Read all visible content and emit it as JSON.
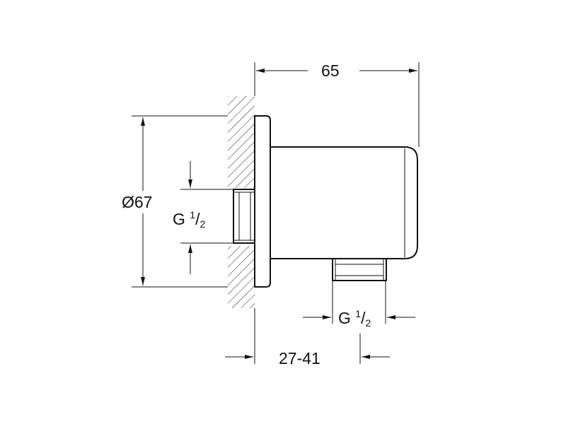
{
  "drawing": {
    "dim_width_label": "65",
    "dim_diameter_label": "Ø67",
    "dim_depth_label": "27-41",
    "thread_inlet": {
      "letter": "G",
      "numerator": "1",
      "slash": "/",
      "denominator": "2"
    },
    "thread_outlet": {
      "letter": "G",
      "numerator": "1",
      "slash": "/",
      "denominator": "2"
    },
    "line_color": "#111111"
  }
}
